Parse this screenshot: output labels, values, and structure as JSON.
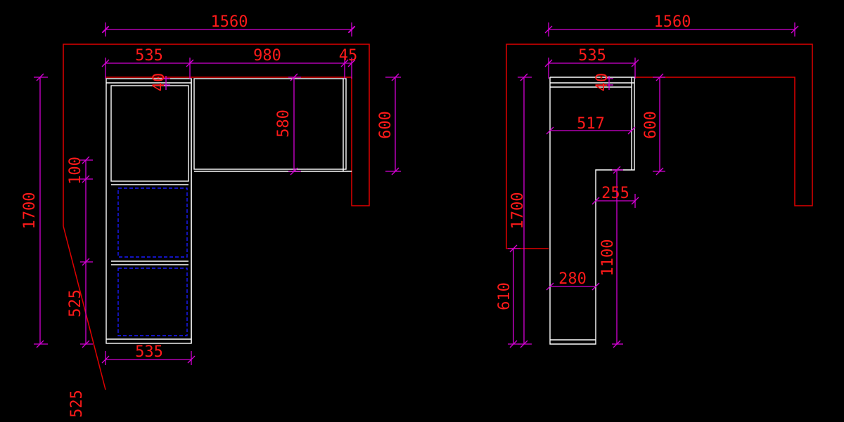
{
  "colors": {
    "background": "#000000",
    "dimension": "#d400d4",
    "outline": "#e00000",
    "cabinet": "#ffffff",
    "door_hidden": "#1a1aff",
    "text": "#ff1a1a"
  },
  "left_view": {
    "dims": {
      "overall_width": "1560",
      "left_cabinet_width": "535",
      "middle_width": "980",
      "right_gap": "45",
      "top_offset": "40",
      "upper_depth": "580",
      "outer_depth": "600",
      "gap_height": "100",
      "overall_height": "1700",
      "lower_height": "525",
      "bottom_width": "535",
      "offset_below": "525"
    }
  },
  "right_view": {
    "dims": {
      "overall_width": "1560",
      "column_width": "535",
      "top_offset": "40",
      "inner_width": "517",
      "depth": "600",
      "overall_height": "1700",
      "step_width": "255",
      "lower_height": "1100",
      "base_width": "280",
      "base_height": "610"
    }
  }
}
